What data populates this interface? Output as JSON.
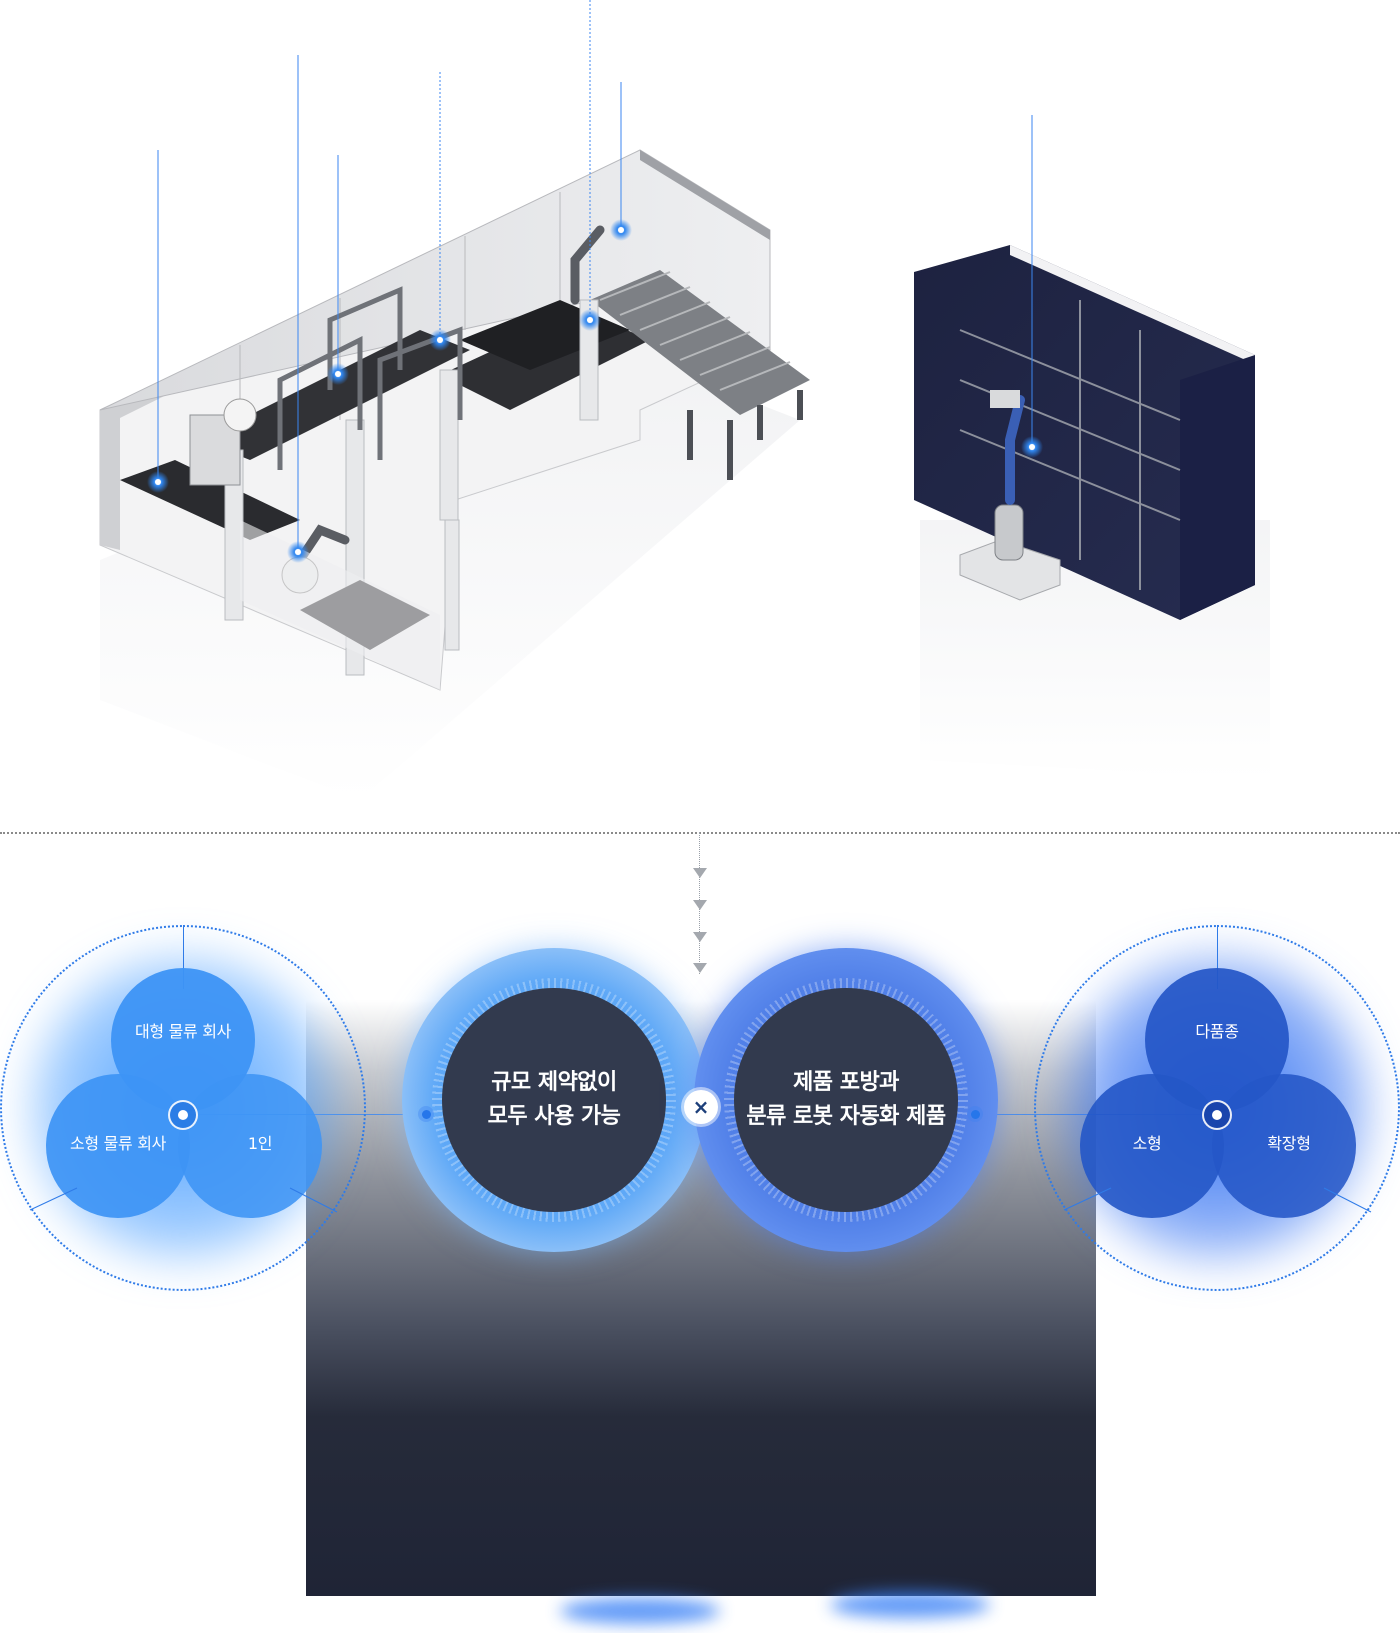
{
  "illustration": {
    "left_scene": "automated packing and sorting cell with conveyors, robot arms and label printers",
    "right_scene": "mobile manipulator robot in front of dark storage rack"
  },
  "diagram": {
    "left_venn": {
      "top": "대형 물류 회사",
      "left": "소형 물류 회사",
      "right": "1인"
    },
    "center_left": {
      "line1": "규모 제약없이",
      "line2": "모두 사용 가능"
    },
    "operator": "×",
    "center_right": {
      "line1": "제품 포방과",
      "line2": "분류 로봇 자동화 제품"
    },
    "right_venn": {
      "top": "다품종",
      "left": "소형",
      "right": "확장형"
    }
  },
  "colors": {
    "accent_blue": "#2f7be8",
    "light_blue": "#3d94f5",
    "deep_blue": "#2456c7",
    "dark_circle": "#323a4e",
    "navy_rack": "#1e2446"
  }
}
